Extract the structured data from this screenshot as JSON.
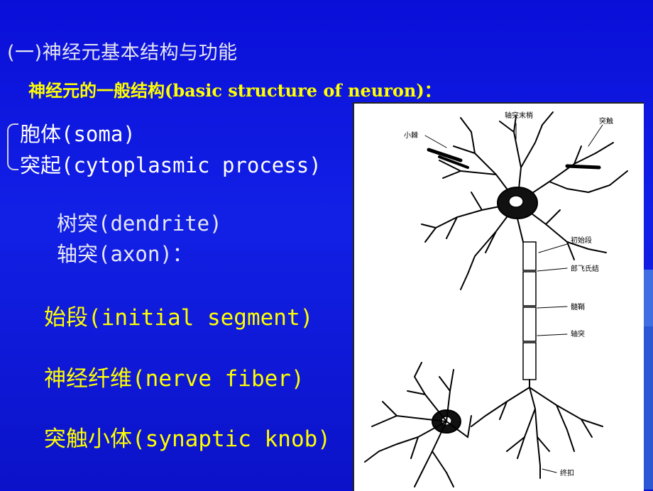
{
  "slide": {
    "title": "(一)神经元基本结构与功能",
    "subtitle": "神经元的一般结构(basic structure of neuron)：",
    "items": {
      "soma": "胞体(soma)",
      "process": "突起(cytoplasmic process)",
      "dendrite": "树突(dendrite)",
      "axon": "轴突(axon)：",
      "initial_segment": "始段(initial segment)",
      "nerve_fiber": "神经纤维(nerve fiber)",
      "synaptic_knob": "突触小体(synaptic knob)"
    }
  },
  "diagram": {
    "labels": {
      "axon_terminal": "轴突末梢",
      "synapse": "突触",
      "small_knob": "小棘",
      "initial_segment": "初始段",
      "node_of_ranvier": "郎飞氏结",
      "myelin_sheath": "髓鞘",
      "axon": "轴突",
      "terminal_button": "终扣"
    }
  },
  "colors": {
    "background": "#0a0fd8",
    "heading": "#ffff00",
    "body_text": "#ffffff"
  }
}
